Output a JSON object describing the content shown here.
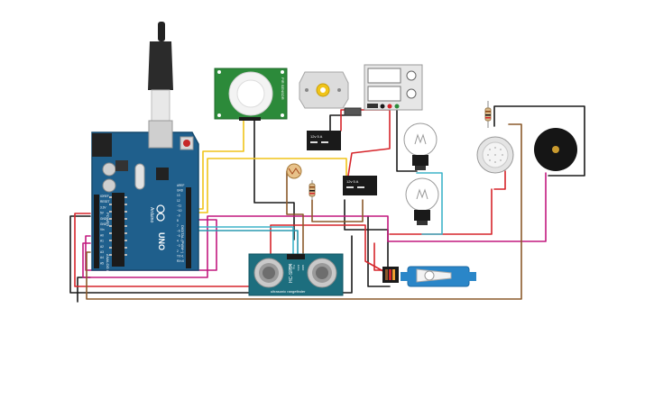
{
  "arduino": {
    "brand": "Arduino",
    "model": "UNO",
    "header_top_labels": [
      "AREF",
      "GND",
      "13",
      "12",
      "~11",
      "~10",
      "~9",
      "8",
      "7",
      "~6",
      "~5",
      "4",
      "~3",
      "2",
      "TX>1",
      "RX<0"
    ],
    "header_left_labels": [
      "IOREF",
      "RESET",
      "3.3V",
      "5V",
      "GND",
      "GND",
      "Vin",
      "A0",
      "A1",
      "A2",
      "A3",
      "A4",
      "A5"
    ],
    "digital_label": "DIGITAL (PWM~)",
    "analog_label": "ANALOG IN",
    "power_label": "POWER"
  },
  "ultrasonic": {
    "model": "HC-SR04",
    "pins": [
      "VCC",
      "Trig",
      "Echo",
      "GND"
    ],
    "caption": "ultrasonic rangefinder"
  },
  "relays": [
    {
      "text": "12v 5 A"
    },
    {
      "text": "12v 5 A"
    }
  ],
  "pir": {
    "label": "PIR SENSOR"
  },
  "colors": {
    "board": "#1f5f8c",
    "board_edge": "#174a6e",
    "sensor_pcb": "#1d6e7e",
    "pir_pcb": "#2c8a3a",
    "servo": "#2a86c8",
    "wire_red": "#d6252b",
    "wire_black": "#1a1a1a",
    "wire_yellow": "#f0c419",
    "wire_magenta": "#c2187f",
    "wire_cyan": "#3fb4c9",
    "wire_brown": "#8b5a2b",
    "wire_teal": "#2a9ab0"
  }
}
